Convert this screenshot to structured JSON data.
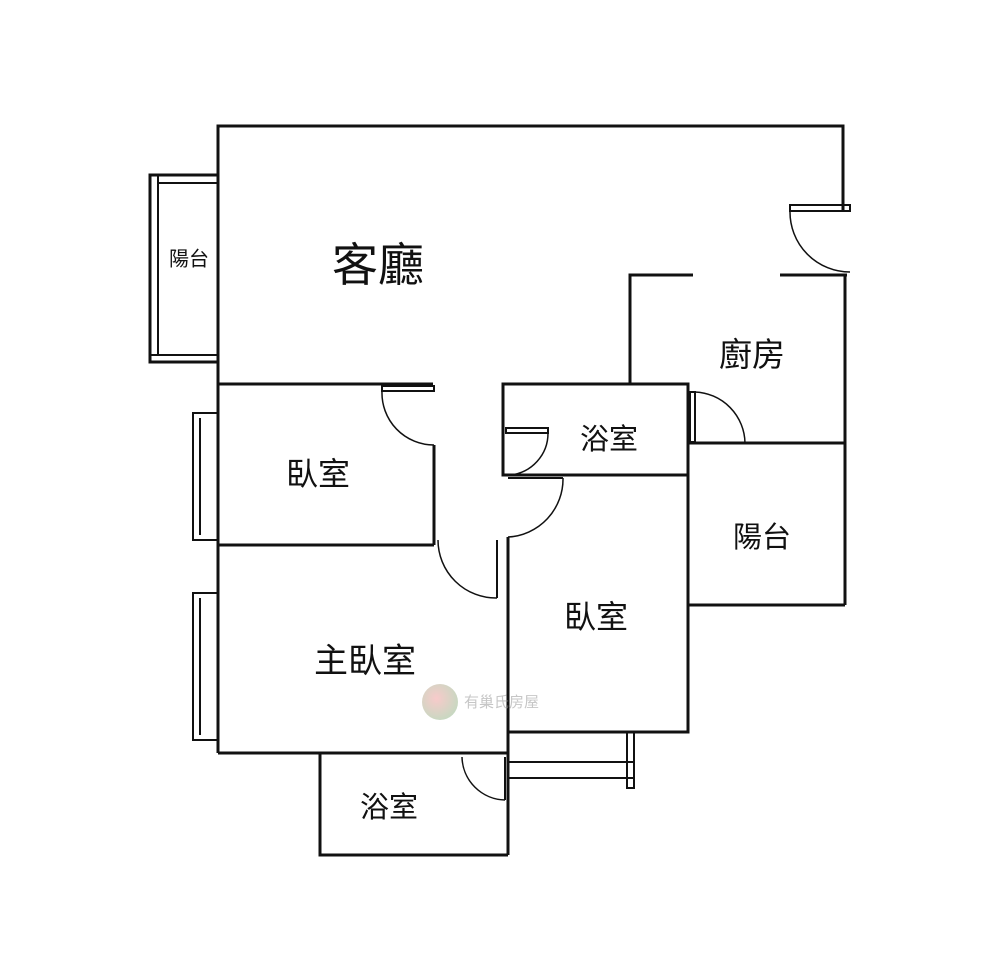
{
  "rooms": {
    "living_room": "客廳",
    "balcony_left": "陽台",
    "kitchen": "廚房",
    "bathroom_middle": "浴室",
    "bedroom_left": "臥室",
    "balcony_right": "陽台",
    "bedroom_middle": "臥室",
    "master_bedroom": "主臥室",
    "bathroom_bottom": "浴室"
  },
  "watermark": {
    "brand": "有巢氏房屋"
  },
  "colors": {
    "wall": "#111111",
    "background": "#ffffff"
  }
}
